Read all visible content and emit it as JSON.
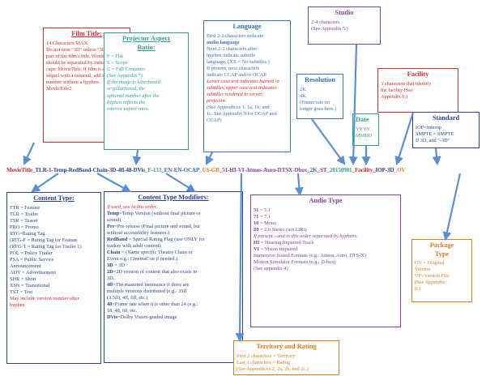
{
  "title_line": {
    "segments": [
      {
        "text": "MovieTitle",
        "color": "#d9262b"
      },
      {
        "text": "_TLR-1-Temp-RedBand-Chain-3D-4fl-48-DVis",
        "color": "#2c3f8c"
      },
      {
        "text": "_F-133",
        "color": "#2e9e8f"
      },
      {
        "text": "_EN-EN-OCAP",
        "color": "#3a6fc4"
      },
      {
        "text": "_US-GB",
        "color": "#e07a1b"
      },
      {
        "text": "_51-HI-VI-Atmos-Auro-DTSX-Dbox",
        "color": "#7b3fa5"
      },
      {
        "text": "_2K",
        "color": "#3a6fc4"
      },
      {
        "text": "_ST",
        "color": "#7b3fa5"
      },
      {
        "text": "_20150901",
        "color": "#2e9e8f"
      },
      {
        "text": "_Facility",
        "color": "#d9262b"
      },
      {
        "text": "_IOP-3D",
        "color": "#2c3f8c"
      },
      {
        "text": "_OV",
        "color": "#e07a1b"
      }
    ]
  },
  "film_title": {
    "heading": "Film Title:",
    "lines": [
      "14 Characters MAX.",
      "Do not note \"3D\" unless \"3D\" is",
      "part of the film's title. Words",
      "should be separated by initial",
      "caps: MovieTitle. If film is a",
      "sequel with a numeral, add the",
      "number without a hyphen:",
      "MovieTitle2."
    ]
  },
  "projector": {
    "heading_1": "Projector Aspect",
    "heading_2": "Ratio:",
    "items": [
      "F = Flat",
      "S = Scope",
      "C = Full Container",
      "(See Appendix 7)"
    ],
    "note": [
      "If the image is letterboxed",
      "or pillarboxed, the",
      "optional number after the",
      "hyphen reflects the",
      "interior aspect ratio."
    ]
  },
  "language": {
    "heading": "Language",
    "lines_a": [
      "First 2-3 characters indicate",
      "audio language",
      "Next 2-3 characters after",
      "hyphen indicate subtitle",
      "language. (XX = No subtitles.)",
      "If present, next characters",
      "indicate CCAP and/or OCAP."
    ],
    "lines_b": [
      "Lower case text indicates burned in",
      "subtitles, upper case text indicates",
      "subtitles rendered in server/",
      "projector."
    ],
    "lines_c": [
      "(See Appendices 1, 1a, 1b, and",
      "1c. See Appendix 9 for OCAP and",
      "CCAP)"
    ]
  },
  "studio": {
    "heading": "Studio",
    "lines": [
      "2-4 characters",
      "(See Appendix 5.)"
    ]
  },
  "resolution": {
    "heading": "Resolution",
    "lines": [
      "2K",
      "4K",
      "(Frame rate no",
      "longer goes here.)"
    ]
  },
  "date": {
    "heading": "Date",
    "lines": [
      "YYYY",
      "MMDD"
    ]
  },
  "facility": {
    "heading": "Facility",
    "lines": [
      "3 characters that identify",
      "the facility (See",
      "Appendix 6.)"
    ]
  },
  "standard": {
    "heading": "Standard",
    "lines": [
      "IOP=Interop",
      "SMPTE = SMPTE",
      "If 3D, add \"-3D\""
    ]
  },
  "content_type": {
    "heading": "Content Type:",
    "lines": [
      "FTR = Feature",
      "TLR = Trailer",
      "TSR = Teaser",
      "PRO = Promo",
      "RTG=Rating Tag",
      "(RTG-F = Rating Tag for Feature",
      "(RTG-T = Rating Tag for Trailer 1)",
      "POL = Policy Trailer",
      "PSA = Public Service",
      "Announcement",
      "ADV = Advertisement",
      "SHR = Short",
      "XSN = Transitional",
      "TST = Test"
    ],
    "note": [
      "May include version number after",
      "hyphen"
    ]
  },
  "modifiers": {
    "heading": "Content Type Modifiers:",
    "intro": "If used, use in this order:",
    "items": [
      {
        "k": "Temp",
        "v": "=Temp Version (without final picture or",
        "cont": "sound)"
      },
      {
        "k": "Pre",
        "v": "=Pre-release (Final picture and sound, but",
        "cont": "without accessibility features.)"
      },
      {
        "k": "RedBand",
        "v": " = Special Rating Flag (use ONLY for",
        "cont": "trailers with adult content)"
      },
      {
        "k": "Chain",
        "v": " = (Name specific Theatre Chain or",
        "cont": "Event e.g.: CinemaCon if needed.)"
      },
      {
        "k": "3D",
        "v": " = 3D",
        "cont": ""
      },
      {
        "k": "2D",
        "v": "=2D version of content that also exists in",
        "cont": "3D."
      },
      {
        "k": "4fl",
        "v": "=The mastered luminance if there are",
        "cont": "multiple versions distributed (e.g.: 35fl",
        "cont2": "(3.5fl), 4fl, 6fl, etc.)"
      },
      {
        "k": "48",
        "v": "=Frame rate when it is other than 24 (e.g.:",
        "cont": "18, 48, 60, etc."
      },
      {
        "k": "DVis",
        "v": "=Dolby Vision-graded image",
        "cont": ""
      }
    ]
  },
  "audio": {
    "heading": "Audio Type",
    "items": [
      {
        "k": "51",
        "v": " = 5.1"
      },
      {
        "k": "71",
        "v": " = 7.1"
      },
      {
        "k": "10",
        "v": " = Mono"
      },
      {
        "k": "20",
        "v": " = 2.0 Stereo (not LtRt)"
      }
    ],
    "intro": "If present - and in this order separated by hyphens:",
    "items2": [
      {
        "k": "HI",
        "v": " = Hearing Impaired Track"
      },
      {
        "k": "VI",
        "v": " = Vision Impaired"
      }
    ],
    "immersive": "Immersive Sound Formats (e.g.: Atmos, Auro, DTS-X)",
    "motion": "Motion Simulator Formats (e.g.: D-box)",
    "appendix": "(See appendix 4)"
  },
  "territory": {
    "heading": "Territory and Rating",
    "lines": [
      "First 2 characters = Territory",
      "Last 3 characters = Rating",
      "(See Appendices 2, 2a, 2b, and 2c.)"
    ]
  },
  "package": {
    "heading_1": "Package",
    "heading_2": "Type",
    "lines": [
      "OV = Original",
      "Version",
      "VF=Version File",
      "(See Appendix",
      "8.)"
    ]
  },
  "colors": {
    "arrow": "#5a8fd6"
  }
}
